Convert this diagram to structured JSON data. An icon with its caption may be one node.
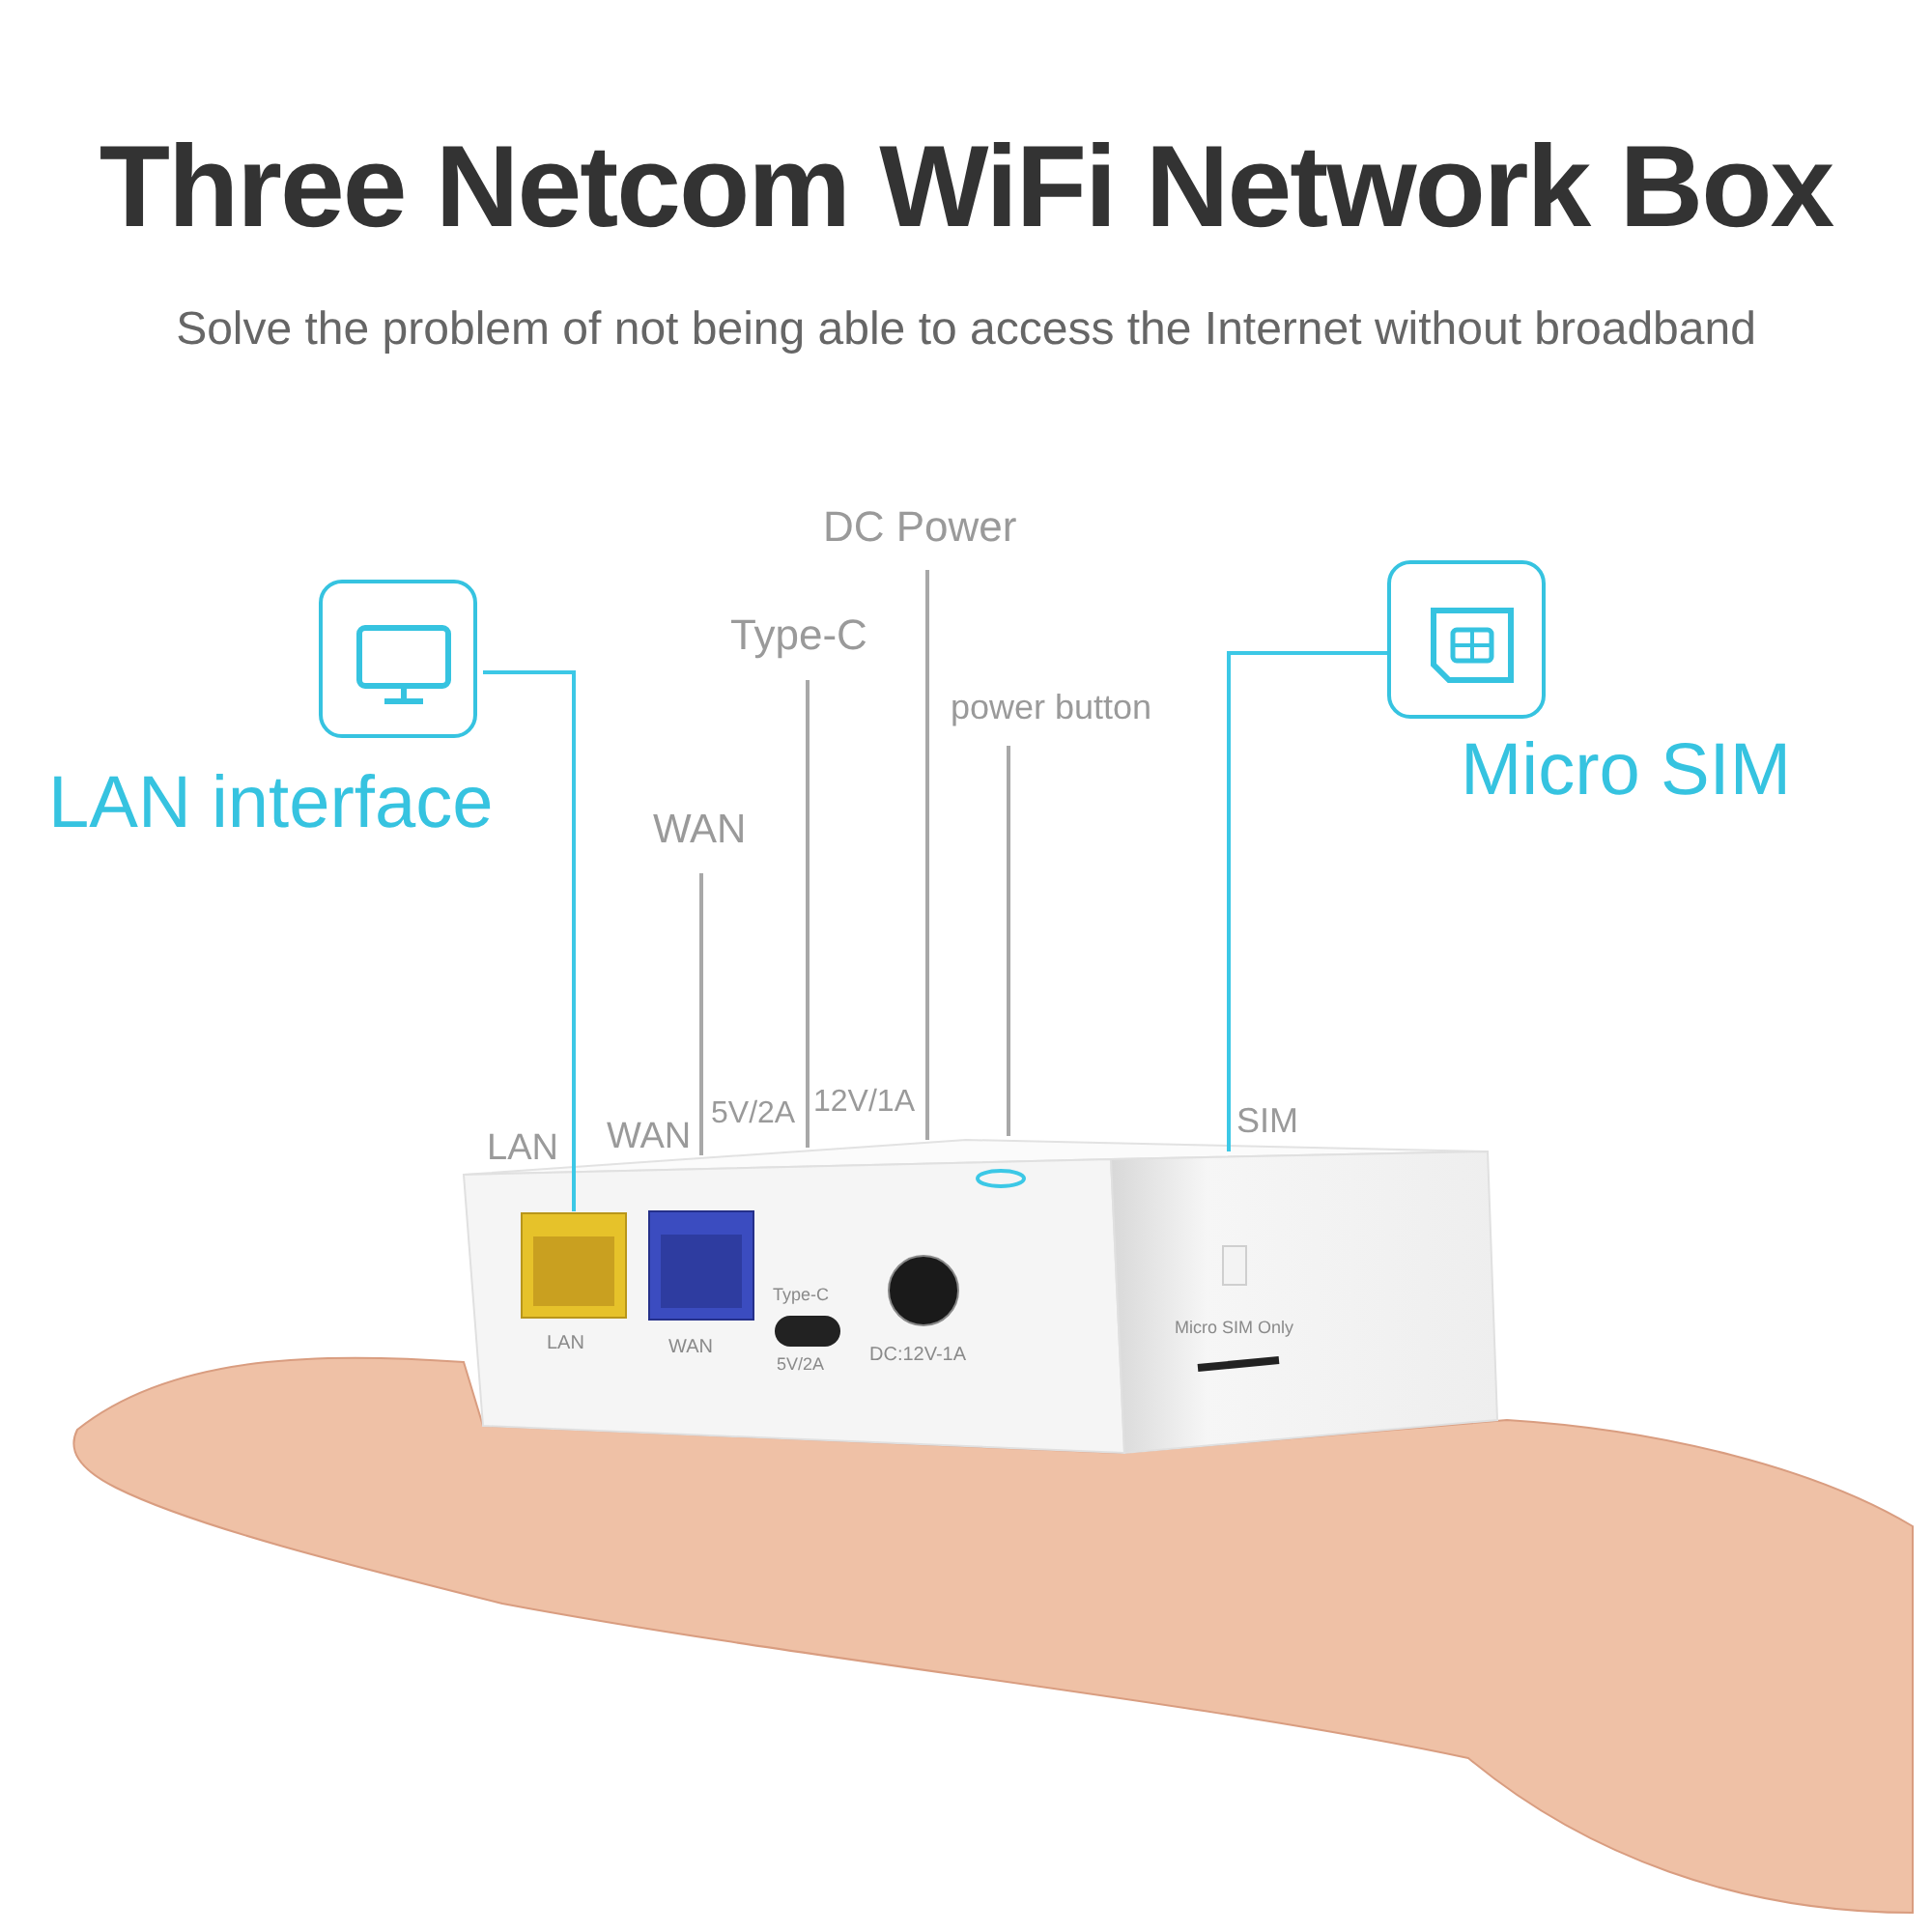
{
  "diagram": {
    "title": "Three Netcom WiFi Network Box",
    "nodes": [
      {
        "text": [
          "LAN interface"
        ]
      },
      {
        "text": [
          "WAN"
        ]
      },
      {
        "text": [
          "Type-C"
        ]
      },
      {
        "text": [
          "DC Power"
        ]
      },
      {
        "text": [
          "power button"
        ]
      },
      {
        "text": [
          "Micro SIM"
        ]
      },
      {
        "text": [],
        "shape": "box",
        "beside": [
          "LAN"
        ]
      }
    ],
    "edges": [
      {
        "from": 0,
        "to": 6,
        "arrow": "none",
        "color": "#3cc8e6"
      },
      {
        "from": 1,
        "to": null,
        "arrow": "none"
      },
      {
        "from": 2,
        "to": null,
        "arrow": "none"
      },
      {
        "from": 3,
        "to": null,
        "arrow": "none"
      },
      {
        "from": 4,
        "to": null,
        "arrow": "none"
      },
      {
        "from": 5,
        "to": null,
        "arrow": "none",
        "color": "#3cc8e6"
      }
    ],
    "labels": [
      "Solve the problem of not being able to access the Internet without broadband",
      "LAN",
      "WAN",
      "5V/2A",
      "12V/1A",
      "SIM",
      "WAN",
      "Type-C",
      "5V/2A",
      "DC:12V-1A",
      "Micro SIM Only"
    ]
  }
}
